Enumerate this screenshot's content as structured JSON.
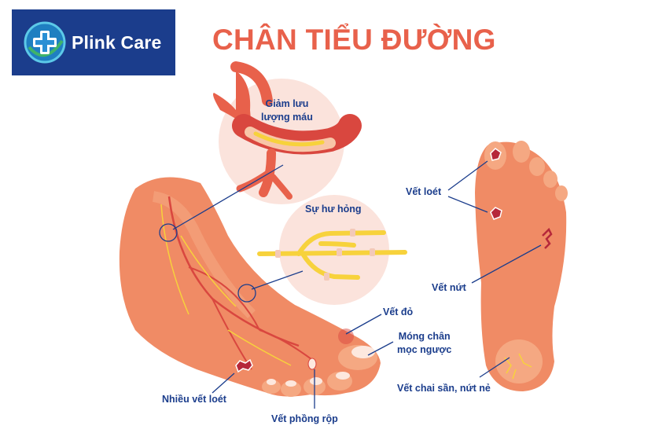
{
  "brand": {
    "name": "Plink Care",
    "logo_icon": "medical-cross-icon",
    "bg_color": "#1b3d8c"
  },
  "title": "CHÂN TIỂU ĐƯỜNG",
  "colors": {
    "title": "#e8614b",
    "label": "#1b3d8c",
    "skin": "#f08b65",
    "skin_light": "#f5a882",
    "vessel": "#d9473f",
    "nerve": "#f7d23c",
    "bubble": "#fbe3dc"
  },
  "labels": {
    "blood_flow_line1": "Giảm lưu",
    "blood_flow_line2": "lượng máu",
    "nerve_damage": "Sự hư hỏng",
    "ulcer": "Vết loét",
    "crack": "Vết nứt",
    "redness": "Vết đỏ",
    "ingrown_line1": "Móng chân",
    "ingrown_line2": "mọc ngược",
    "callus": "Vết chai sần, nứt nẻ",
    "multiple_ulcers": "Nhiều vết loét",
    "blister": "Vết phồng rộp"
  }
}
